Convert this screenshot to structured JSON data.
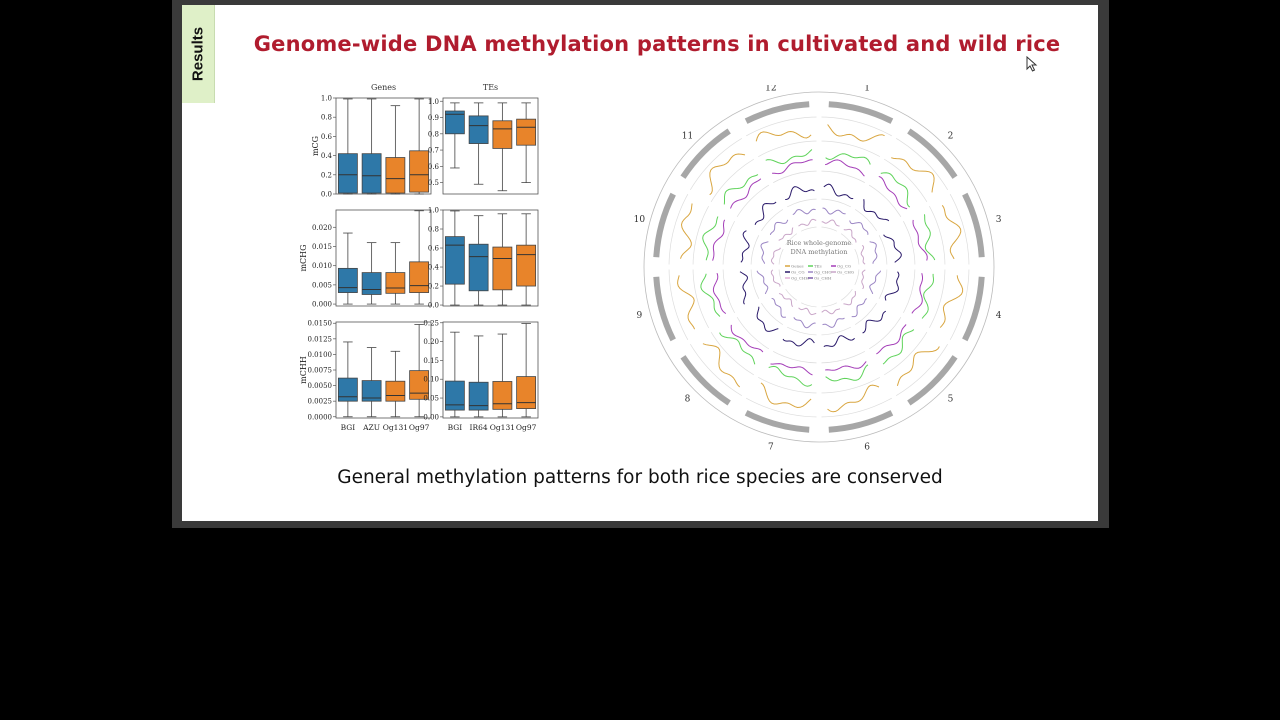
{
  "slide": {
    "section_tab": "Results",
    "title": "Genome-wide DNA methylation patterns in cultivated and wild rice",
    "caption": "General methylation patterns for both rice species are conserved"
  },
  "colors": {
    "title": "#b01c2e",
    "blue": "#2e78a8",
    "orange": "#e8842a",
    "tab_bg": "#dff0c8"
  },
  "chart_data": [
    {
      "type": "box",
      "panel": "genes",
      "title": "Genes",
      "panel_rows": [
        {
          "ylabel": "mCG",
          "yticks": [
            "0.0",
            "0.2",
            "0.4",
            "0.6",
            "0.8",
            "1.0"
          ],
          "ylim": [
            0,
            1.0
          ],
          "groups": [
            {
              "q1": 0.01,
              "median": 0.2,
              "q3": 0.42,
              "min": 0,
              "max": 0.99,
              "color": "blue"
            },
            {
              "q1": 0.01,
              "median": 0.19,
              "q3": 0.42,
              "min": 0,
              "max": 0.99,
              "color": "blue"
            },
            {
              "q1": 0.01,
              "median": 0.16,
              "q3": 0.38,
              "min": 0,
              "max": 0.92,
              "color": "orange"
            },
            {
              "q1": 0.02,
              "median": 0.2,
              "q3": 0.45,
              "min": 0,
              "max": 0.99,
              "color": "orange"
            }
          ]
        },
        {
          "ylabel": "mCHG",
          "yticks": [
            "0.000",
            "0.005",
            "0.010",
            "0.015",
            "0.020"
          ],
          "ylim": [
            -0.0005,
            0.0245
          ],
          "groups": [
            {
              "q1": 0.003,
              "median": 0.0043,
              "q3": 0.0093,
              "min": 0,
              "max": 0.0185,
              "color": "blue"
            },
            {
              "q1": 0.0025,
              "median": 0.0038,
              "q3": 0.0082,
              "min": 0,
              "max": 0.016,
              "color": "blue"
            },
            {
              "q1": 0.0028,
              "median": 0.0042,
              "q3": 0.0082,
              "min": 0,
              "max": 0.016,
              "color": "orange"
            },
            {
              "q1": 0.003,
              "median": 0.0048,
              "q3": 0.011,
              "min": 0,
              "max": 0.0243,
              "color": "orange"
            }
          ]
        },
        {
          "ylabel": "mCHH",
          "yticks": [
            "0.0000",
            "0.0025",
            "0.0050",
            "0.0075",
            "0.0100",
            "0.0125",
            "0.0150"
          ],
          "ylim": [
            -0.0002,
            0.0152
          ],
          "groups": [
            {
              "q1": 0.0025,
              "median": 0.0032,
              "q3": 0.0062,
              "min": 0,
              "max": 0.012,
              "color": "blue"
            },
            {
              "q1": 0.0025,
              "median": 0.003,
              "q3": 0.0058,
              "min": 0,
              "max": 0.0111,
              "color": "blue"
            },
            {
              "q1": 0.0025,
              "median": 0.0034,
              "q3": 0.0057,
              "min": 0,
              "max": 0.0105,
              "color": "orange"
            },
            {
              "q1": 0.0028,
              "median": 0.0038,
              "q3": 0.0074,
              "min": 0,
              "max": 0.0148,
              "color": "orange"
            }
          ]
        }
      ],
      "categories": [
        "BGI",
        "AZU",
        "Og131",
        "Og97"
      ]
    },
    {
      "type": "box",
      "panel": "tes",
      "title": "TEs",
      "panel_rows": [
        {
          "yticks": [
            "0.5",
            "0.6",
            "0.7",
            "0.8",
            "0.9",
            "1.0"
          ],
          "ylim": [
            0.43,
            1.02
          ],
          "groups": [
            {
              "q1": 0.8,
              "median": 0.92,
              "q3": 0.94,
              "min": 0.59,
              "max": 0.99,
              "color": "blue"
            },
            {
              "q1": 0.74,
              "median": 0.85,
              "q3": 0.91,
              "min": 0.49,
              "max": 0.99,
              "color": "blue"
            },
            {
              "q1": 0.71,
              "median": 0.83,
              "q3": 0.88,
              "min": 0.45,
              "max": 0.99,
              "color": "orange"
            },
            {
              "q1": 0.73,
              "median": 0.84,
              "q3": 0.89,
              "min": 0.5,
              "max": 0.99,
              "color": "orange"
            }
          ]
        },
        {
          "yticks": [
            "0.0",
            "0.2",
            "0.4",
            "0.6",
            "0.8",
            "1.0"
          ],
          "ylim": [
            -0.01,
            1.0
          ],
          "groups": [
            {
              "q1": 0.22,
              "median": 0.63,
              "q3": 0.72,
              "min": 0,
              "max": 0.99,
              "color": "blue"
            },
            {
              "q1": 0.15,
              "median": 0.51,
              "q3": 0.64,
              "min": 0,
              "max": 0.94,
              "color": "blue"
            },
            {
              "q1": 0.16,
              "median": 0.49,
              "q3": 0.61,
              "min": 0,
              "max": 0.96,
              "color": "orange"
            },
            {
              "q1": 0.2,
              "median": 0.53,
              "q3": 0.63,
              "min": 0,
              "max": 0.96,
              "color": "orange"
            }
          ]
        },
        {
          "yticks": [
            "0.00",
            "0.05",
            "0.10",
            "0.15",
            "0.20",
            "0.25"
          ],
          "ylim": [
            -0.003,
            0.252
          ],
          "groups": [
            {
              "q1": 0.018,
              "median": 0.032,
              "q3": 0.095,
              "min": 0,
              "max": 0.225,
              "color": "blue"
            },
            {
              "q1": 0.018,
              "median": 0.03,
              "q3": 0.092,
              "min": 0,
              "max": 0.215,
              "color": "blue"
            },
            {
              "q1": 0.02,
              "median": 0.035,
              "q3": 0.094,
              "min": 0,
              "max": 0.22,
              "color": "orange"
            },
            {
              "q1": 0.022,
              "median": 0.038,
              "q3": 0.107,
              "min": 0,
              "max": 0.248,
              "color": "orange"
            }
          ]
        }
      ],
      "categories": [
        "BGI",
        "IR64",
        "Og131",
        "Og97"
      ]
    },
    {
      "type": "circos",
      "chromosomes": [
        "1",
        "2",
        "3",
        "4",
        "5",
        "6",
        "7",
        "8",
        "9",
        "10",
        "11",
        "12"
      ],
      "center_title": [
        "Rice whole-genome",
        "DNA methylation"
      ],
      "legend": [
        "Genes",
        "TEs",
        "Og_CG",
        "Os_CG",
        "Og_CHG",
        "Os_CHG",
        "Og_CHH",
        "Os_CHH"
      ],
      "ring_colors": [
        "#d9a640",
        "#5fd35a",
        "#a43eb8",
        "#2a1a6a",
        "#9b86c4",
        "#c9a6c8"
      ]
    }
  ]
}
